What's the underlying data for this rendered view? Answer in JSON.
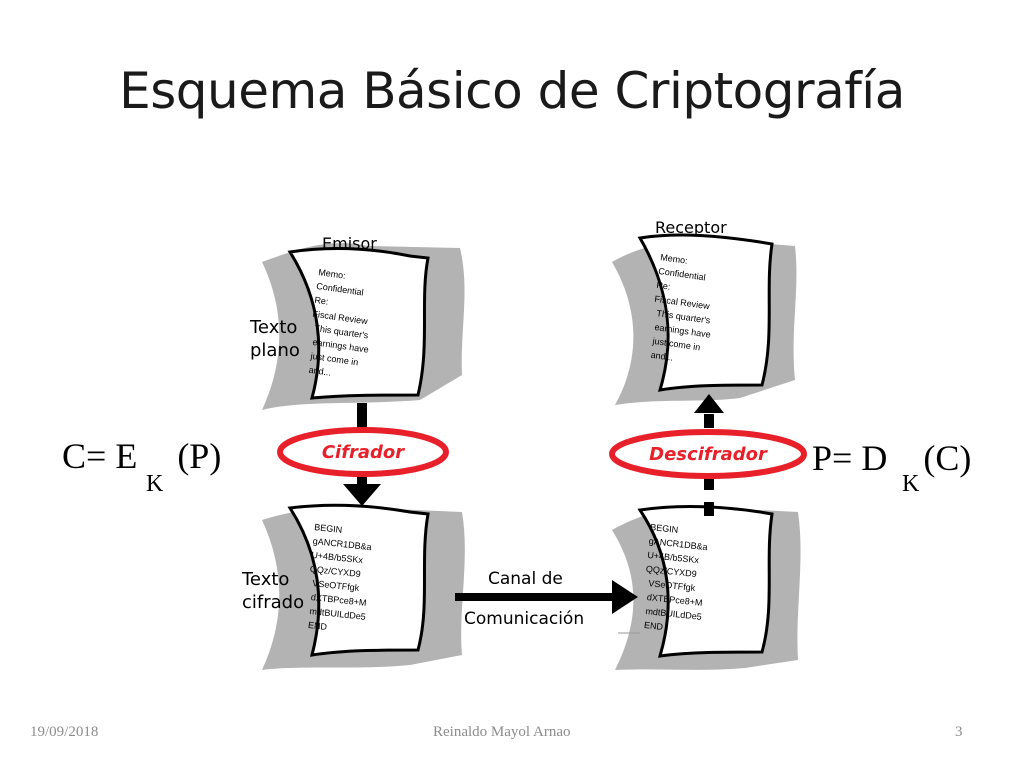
{
  "slide": {
    "title": "Esquema Básico de Criptografía",
    "footer": {
      "date": "19/09/2018",
      "author": "Reinaldo Mayol Arnao",
      "page": "3"
    }
  },
  "diagram": {
    "emisor_label": "Emisor",
    "receptor_label": "Receptor",
    "plain_text_label": [
      "Texto",
      "plano"
    ],
    "cipher_text_label": [
      "Texto",
      "cifrado"
    ],
    "plain_doc_lines": [
      "Memo:",
      "Confidential",
      "Re:",
      "Fiscal Review",
      "This quarter's",
      "earnings have",
      "just come in",
      "and..."
    ],
    "cipher_doc_lines": [
      "BEGIN",
      "gANCR1DB&a",
      "U+4B/b5SKx",
      "QQz/CYXD9",
      "VSeOTFfgk",
      "dXTBPce8+M",
      "mdtBUILdDe5",
      "END"
    ],
    "cifrador_label": "Cifrador",
    "descifrador_label": "Descifrador",
    "channel_label": [
      "Canal de",
      "Comunicación"
    ],
    "encrypt_formula": {
      "main": "C= E",
      "sub": "K",
      "arg": "(P)"
    },
    "decrypt_formula": {
      "main": "P= D",
      "sub": "K",
      "arg": "(C)"
    },
    "colors": {
      "accent": "#e8202a",
      "shadow": "#b3b3b3",
      "ink": "#000000"
    }
  }
}
